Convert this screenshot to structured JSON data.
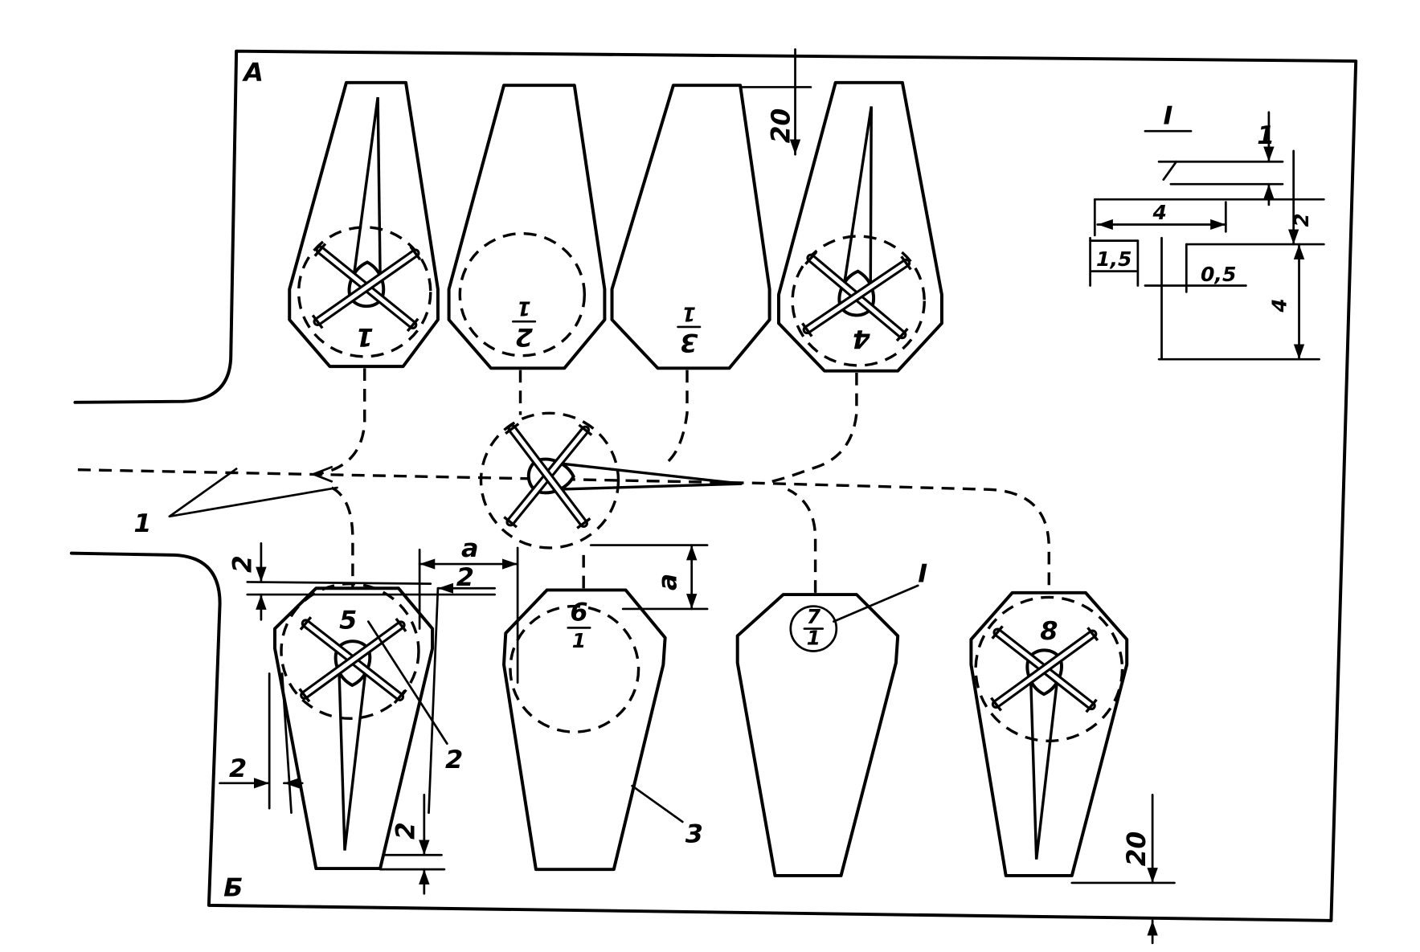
{
  "corners": {
    "top_left": "А",
    "bottom_left": "Б"
  },
  "stalls": [
    {
      "number": "1"
    },
    {
      "number": "2",
      "sub": "1"
    },
    {
      "number": "3",
      "sub": "1"
    },
    {
      "number": "4"
    },
    {
      "number": "5"
    },
    {
      "number": "6",
      "sub": "1"
    },
    {
      "number": "7",
      "sub": "1"
    },
    {
      "number": "8"
    }
  ],
  "dimensions": {
    "top_offset": "20",
    "bottom_offset": "20",
    "gap_a_horizontal": "а",
    "gap_a_vertical": "а",
    "stall5_top": "2",
    "stall5_top_right": "2",
    "stall5_side": "2",
    "stall5_bottom": "2"
  },
  "callouts": {
    "left": "1",
    "rotor": "2",
    "outline": "3",
    "detail": "I"
  },
  "detail_i": {
    "title": "I",
    "top": "1",
    "right_upper": "2",
    "width": "4",
    "right_lower": "4",
    "left_box": "1,5",
    "offset": "0,5"
  },
  "colors": {
    "ink": "#000000",
    "paper": "#ffffff"
  }
}
